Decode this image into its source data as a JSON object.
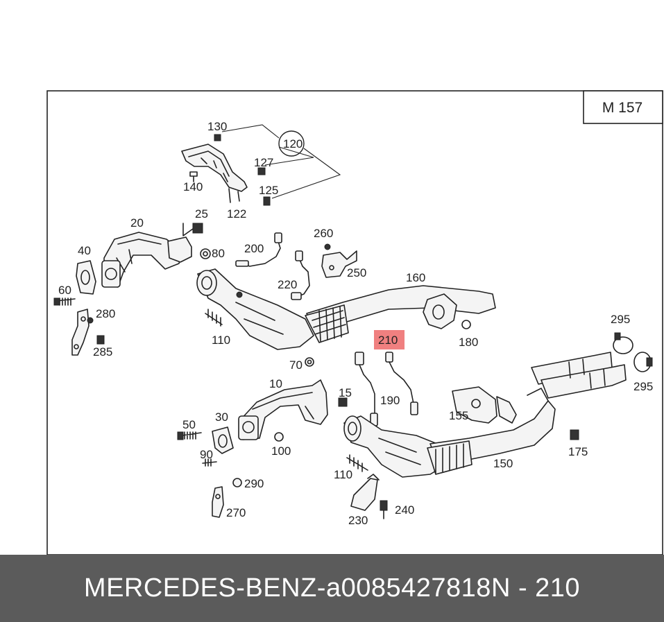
{
  "engine_code": "M 157",
  "highlight_color": "#f08080",
  "footer": {
    "brand": "MERCEDES-BENZ",
    "separator": "-",
    "part_number": "a0085427818",
    "position": "N - 210"
  },
  "labels": {
    "l130": "130",
    "l120": "120",
    "l127": "127",
    "l125": "125",
    "l140": "140",
    "l122": "122",
    "l20": "20",
    "l25": "25",
    "l40": "40",
    "l80": "80",
    "l200": "200",
    "l260": "260",
    "l250": "250",
    "l60": "60",
    "l220": "220",
    "l160": "160",
    "l280": "280",
    "l110a": "110",
    "l285": "285",
    "l180": "180",
    "l210": "210",
    "l295a": "295",
    "l70": "70",
    "l295b": "295",
    "l10": "10",
    "l15": "15",
    "l190": "190",
    "l155": "155",
    "l50": "50",
    "l30": "30",
    "l175": "175",
    "l100": "100",
    "l90": "90",
    "l150": "150",
    "l110b": "110",
    "l290": "290",
    "l240": "240",
    "l270": "270",
    "l230": "230"
  }
}
